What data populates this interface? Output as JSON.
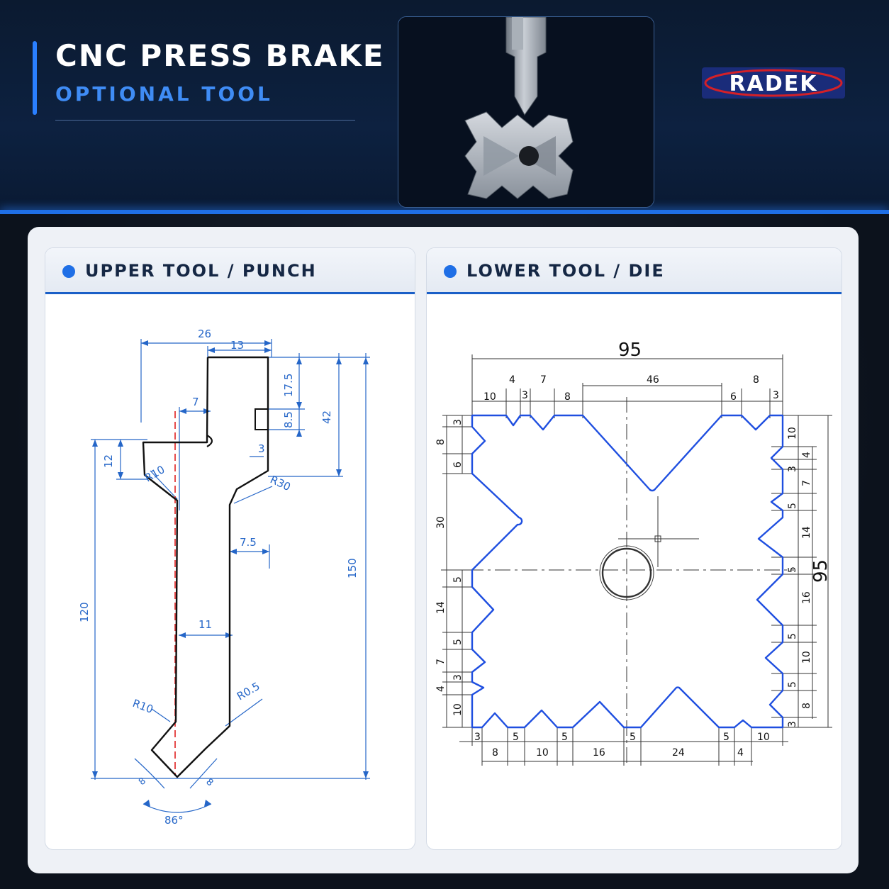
{
  "header": {
    "title": "CNC PRESS BRAKE",
    "subtitle": "OPTIONAL TOOL",
    "logo_text": "RADEK"
  },
  "colors": {
    "accent": "#1f6fe6",
    "dimension": "#2566c8",
    "die_outline": "#1f4fe0",
    "punch_outline": "#111111",
    "centerline_red": "#e02020"
  },
  "upper": {
    "heading": "UPPER TOOL / PUNCH",
    "dims": {
      "w26": "26",
      "w13": "13",
      "h17_5": "17.5",
      "h42": "42",
      "h8_5": "8.5",
      "w7": "7",
      "w3": "3",
      "h12": "12",
      "r10a": "R10",
      "r30": "R30",
      "w7_5": "7.5",
      "h150": "150",
      "h120": "120",
      "w11": "11",
      "r10b": "R10",
      "r0_5": "R0.5",
      "t8a": "8",
      "t8b": "8",
      "angle": "86°"
    }
  },
  "lower": {
    "heading": "LOWER TOOL / DIE",
    "dims": {
      "top_total": "95",
      "right_total": "95",
      "top": [
        "10",
        "4",
        "3",
        "7",
        "8",
        "46",
        "6",
        "8",
        "3"
      ],
      "left": [
        "3",
        "8",
        "6",
        "30",
        "5",
        "14",
        "5",
        "7",
        "3",
        "4",
        "10"
      ],
      "right": [
        "10",
        "4",
        "3",
        "7",
        "5",
        "14",
        "5",
        "16",
        "5",
        "10",
        "5",
        "8",
        "3"
      ],
      "bottom_row1": [
        "3",
        "5",
        "5",
        "5",
        "5",
        "10"
      ],
      "bottom_row2": [
        "8",
        "10",
        "16",
        "24",
        "4"
      ]
    }
  }
}
